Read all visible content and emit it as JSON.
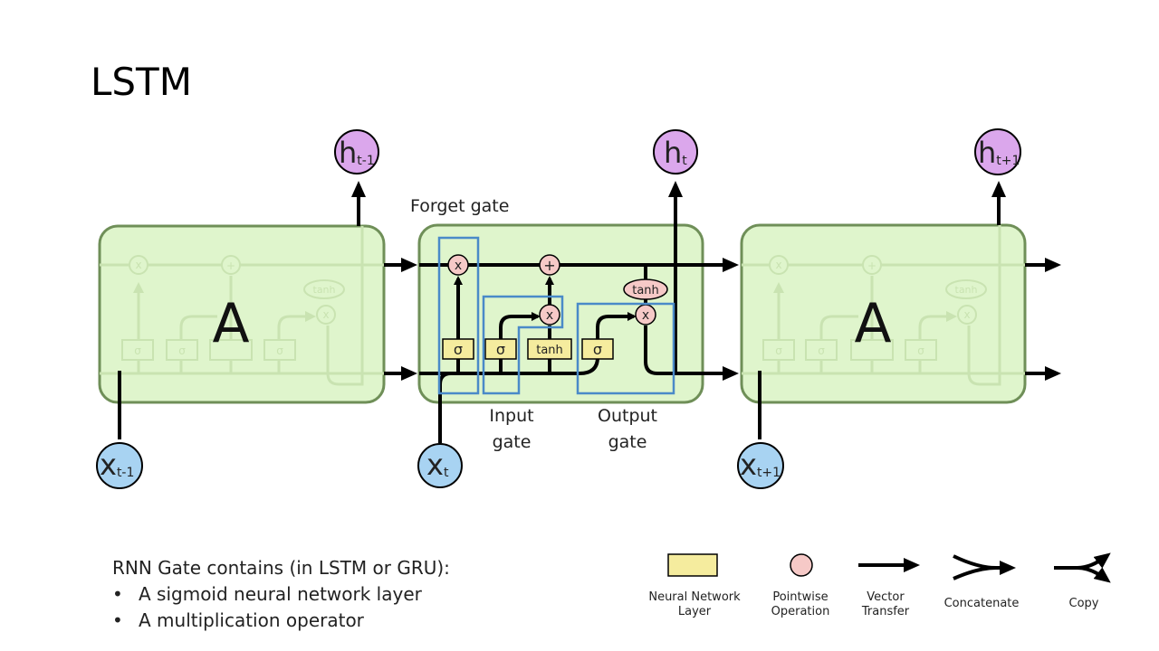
{
  "title": "LSTM",
  "cells": {
    "left_label": "A",
    "right_label": "A"
  },
  "outputs": [
    {
      "main": "h",
      "sub": "t-1"
    },
    {
      "main": "h",
      "sub": "t"
    },
    {
      "main": "h",
      "sub": "t+1"
    }
  ],
  "inputs": [
    {
      "main": "x",
      "sub": "t-1"
    },
    {
      "main": "x",
      "sub": "t"
    },
    {
      "main": "x",
      "sub": "t+1"
    }
  ],
  "center_cell": {
    "ops": {
      "multiply": "x",
      "add": "+"
    },
    "layers": {
      "sigma": "σ",
      "tanh": "tanh"
    },
    "pointwise_tanh": "tanh"
  },
  "gates": {
    "forget": "Forget gate",
    "input_line1": "Input",
    "input_line2": "gate",
    "output_line1": "Output",
    "output_line2": "gate"
  },
  "notes": {
    "heading": "RNN Gate contains (in LSTM or GRU):",
    "items": [
      "A sigmoid neural network layer",
      "A multiplication operator"
    ]
  },
  "legend": {
    "nn_line1": "Neural Network",
    "nn_line2": "Layer",
    "pw_line1": "Pointwise",
    "pw_line2": "Operation",
    "vt_line1": "Vector",
    "vt_line2": "Transfer",
    "concatenate": "Concatenate",
    "copy": "Copy"
  },
  "colors": {
    "cell_fill": "#dff5cc",
    "cell_stroke": "#6f8f58",
    "h_fill": "#dba7ec",
    "x_fill": "#a8d3f2",
    "op_fill": "#f6c9c7",
    "layer_fill": "#f5ec9e",
    "gate_box": "#4a8ac8"
  }
}
